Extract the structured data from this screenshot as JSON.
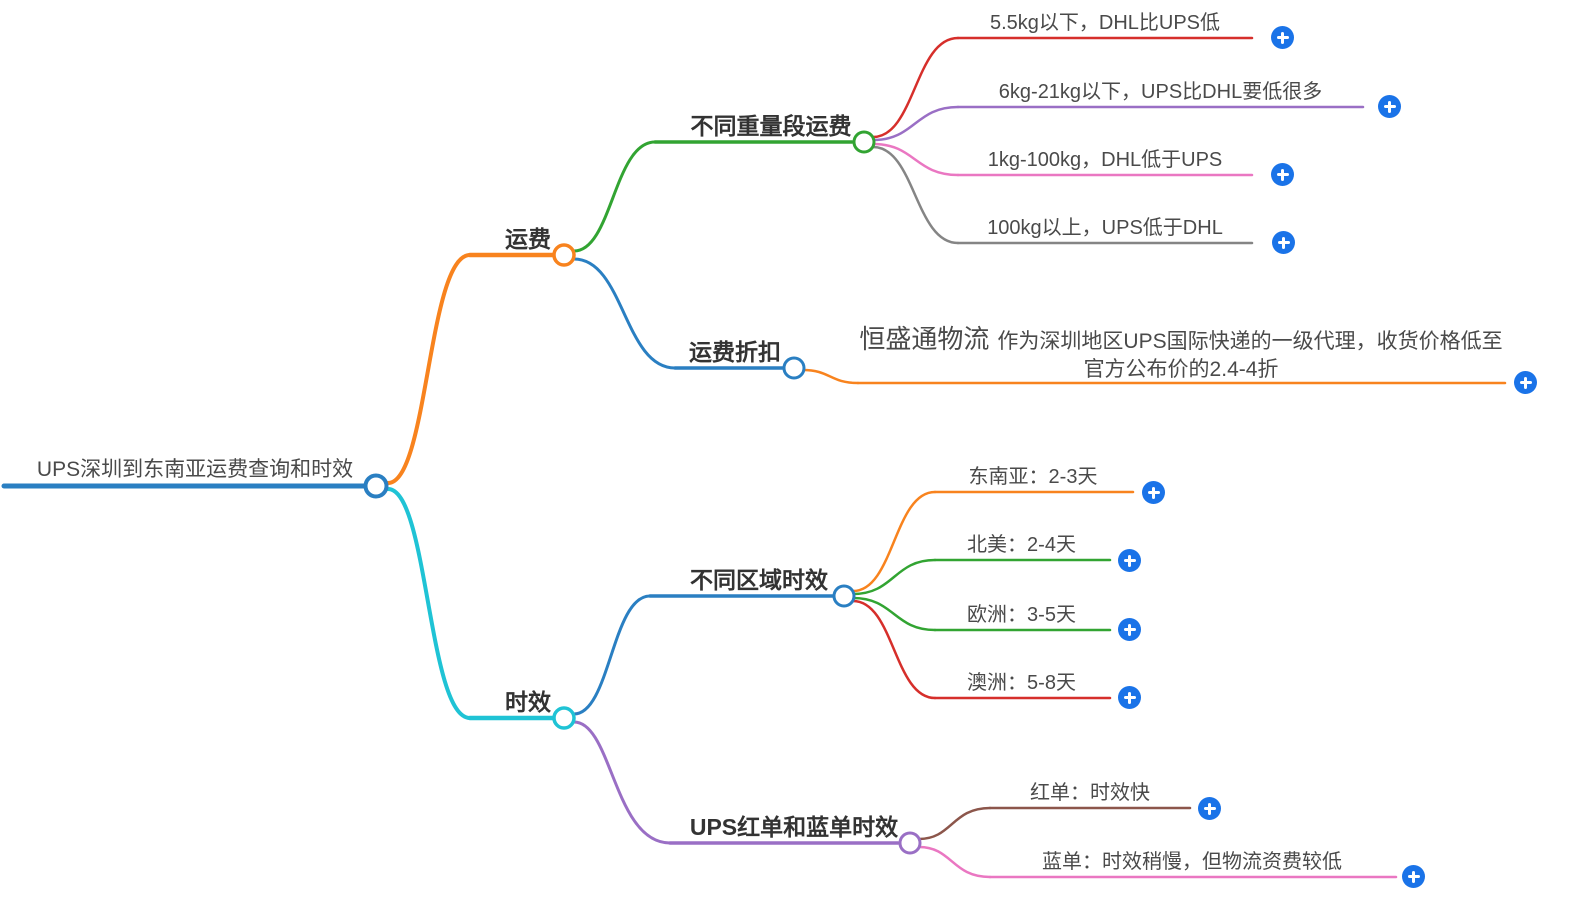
{
  "title": "UPS深圳到东南亚运费查询和时效",
  "colors": {
    "blue": "#2a7fc2",
    "orange": "#f8831e",
    "green": "#32a432",
    "red": "#d62f2b",
    "purple": "#9a6fc5",
    "pink": "#ea77c2",
    "gray": "#858585",
    "brown": "#8c564b",
    "cyan": "#1fc3d5",
    "expand_button": "#1a73e8",
    "node_circle_fill": "#ffffff",
    "label_text": "#4a4a4a",
    "branch_text": "#333333"
  },
  "mindmap": {
    "root": {
      "label": "UPS深圳到东南亚运费查询和时效",
      "color": "#2a7fc2",
      "children": [
        {
          "label": "运费",
          "color": "#f8831e",
          "children": [
            {
              "label": "不同重量段运费",
              "color": "#32a432",
              "children": [
                {
                  "label": "5.5kg以下，DHL比UPS低",
                  "color": "#d62f2b"
                },
                {
                  "label": "6kg-21kg以下，UPS比DHL要低很多",
                  "color": "#9a6fc5"
                },
                {
                  "label": "1kg-100kg，DHL低于UPS",
                  "color": "#ea77c2"
                },
                {
                  "label": "100kg以上，UPS低于DHL",
                  "color": "#858585"
                }
              ]
            },
            {
              "label": "运费折扣",
              "color": "#2a7fc2",
              "children": [
                {
                  "brand": "恒盛通物流",
                  "detail": "作为深圳地区UPS国际快递的一级代理，收货价格低至官方公布价的2.4-4折",
                  "color": "#f8831e"
                }
              ]
            }
          ]
        },
        {
          "label": "时效",
          "color": "#1fc3d5",
          "children": [
            {
              "label": "不同区域时效",
              "color": "#2a7fc2",
              "children": [
                {
                  "label": "东南亚：2-3天",
                  "color": "#f8831e"
                },
                {
                  "label": "北美：2-4天",
                  "color": "#32a432"
                },
                {
                  "label": "欧洲：3-5天",
                  "color": "#32a432"
                },
                {
                  "label": "澳洲：5-8天",
                  "color": "#d62f2b"
                }
              ]
            },
            {
              "label": "UPS红单和蓝单时效",
              "color": "#9a6fc5",
              "children": [
                {
                  "label": "红单：时效快",
                  "color": "#8c564b"
                },
                {
                  "label": "蓝单：时效稍慢，但物流资费较低",
                  "color": "#ea77c2"
                }
              ]
            }
          ]
        }
      ]
    }
  }
}
